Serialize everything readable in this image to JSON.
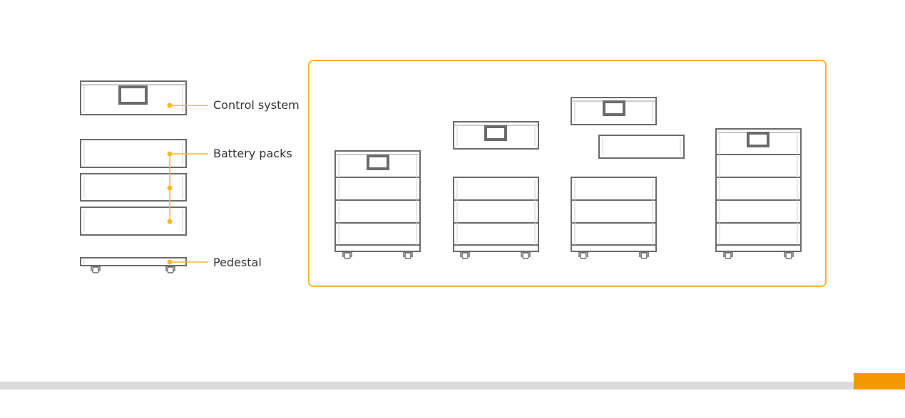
{
  "labels": {
    "control_system": "Control system",
    "battery_packs": "Battery packs",
    "pedestal": "Pedestal"
  },
  "colors": {
    "accent": "#f5b82e",
    "stroke": "#6b6b6b",
    "bar_gray": "#dcdcdc",
    "bar_orange": "#f39800"
  }
}
